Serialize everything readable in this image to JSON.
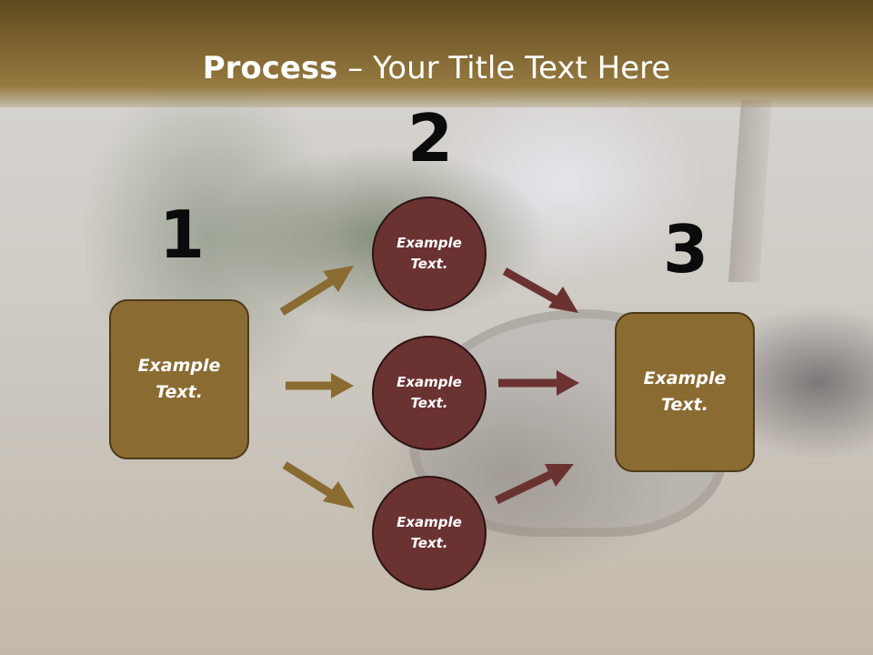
{
  "title": {
    "bold": "Process",
    "rest": " – Your Title Text Here"
  },
  "steps": [
    {
      "number": "1",
      "box_text": "Example Text."
    },
    {
      "number": "2",
      "circles": [
        "Example Text.",
        "Example Text.",
        "Example Text."
      ]
    },
    {
      "number": "3",
      "box_text": "Example Text."
    }
  ],
  "colors": {
    "header": "#8a6b32",
    "box_fill": "#8a6b32",
    "circle_fill": "#6b3232",
    "arrow_left": "#8a6b32",
    "arrow_right": "#6b3232"
  }
}
